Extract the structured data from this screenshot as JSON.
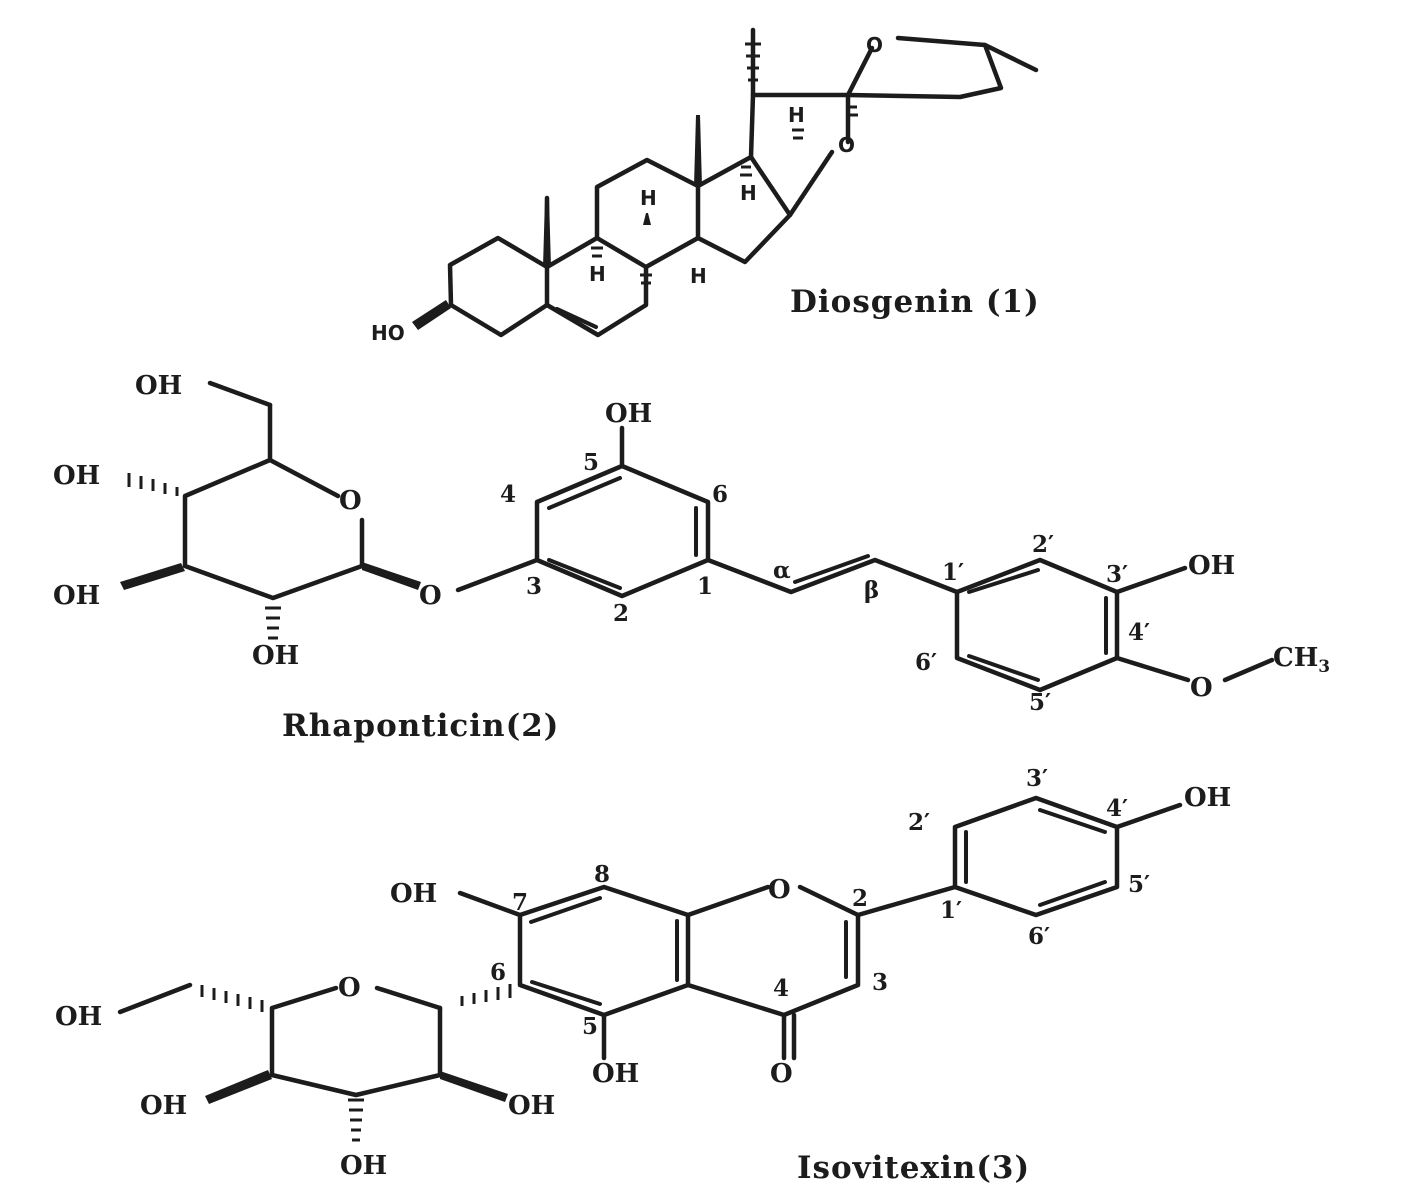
{
  "compounds": [
    {
      "caption": "Diosgenin (1)"
    },
    {
      "caption": "Rhaponticin(2)"
    },
    {
      "caption": "Isovitexin(3)"
    }
  ],
  "diosgenin": {
    "atoms": {
      "ho": "HO",
      "o_ring": "O",
      "o_furan": "O",
      "h": "H"
    }
  },
  "rhaponticin": {
    "atoms": {
      "oh": "OH",
      "o": "O",
      "ch3": "CH3",
      "ch3_sub": "3"
    },
    "positions": {
      "p1": "1",
      "p2": "2",
      "p3": "3",
      "p4": "4",
      "p5": "5",
      "p6": "6",
      "alpha": "α",
      "beta": "β",
      "p1p": "1′",
      "p2p": "2′",
      "p3p": "3′",
      "p4p": "4′",
      "p5p": "5′",
      "p6p": "6′"
    }
  },
  "isovitexin": {
    "atoms": {
      "oh": "OH",
      "o": "O"
    },
    "positions": {
      "p2": "2",
      "p3": "3",
      "p4": "4",
      "p5": "5",
      "p6": "6",
      "p7": "7",
      "p8": "8",
      "p1p": "1′",
      "p2p": "2′",
      "p3p": "3′",
      "p4p": "4′",
      "p5p": "5′",
      "p6p": "6′"
    }
  }
}
